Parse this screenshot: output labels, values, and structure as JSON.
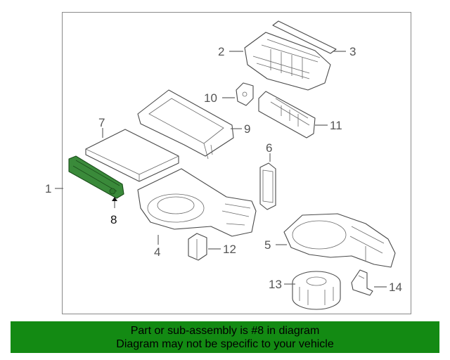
{
  "diagram": {
    "highlighted_part": "8",
    "callouts": [
      "1",
      "2",
      "3",
      "4",
      "5",
      "6",
      "7",
      "8",
      "9",
      "10",
      "11",
      "12",
      "13",
      "14"
    ]
  },
  "banner": {
    "line1": "Part or sub-assembly is #8 in diagram",
    "line2": "Diagram may not be specific to your vehicle",
    "color": "#138a13"
  },
  "colors": {
    "highlight": "#3a8a3a"
  }
}
